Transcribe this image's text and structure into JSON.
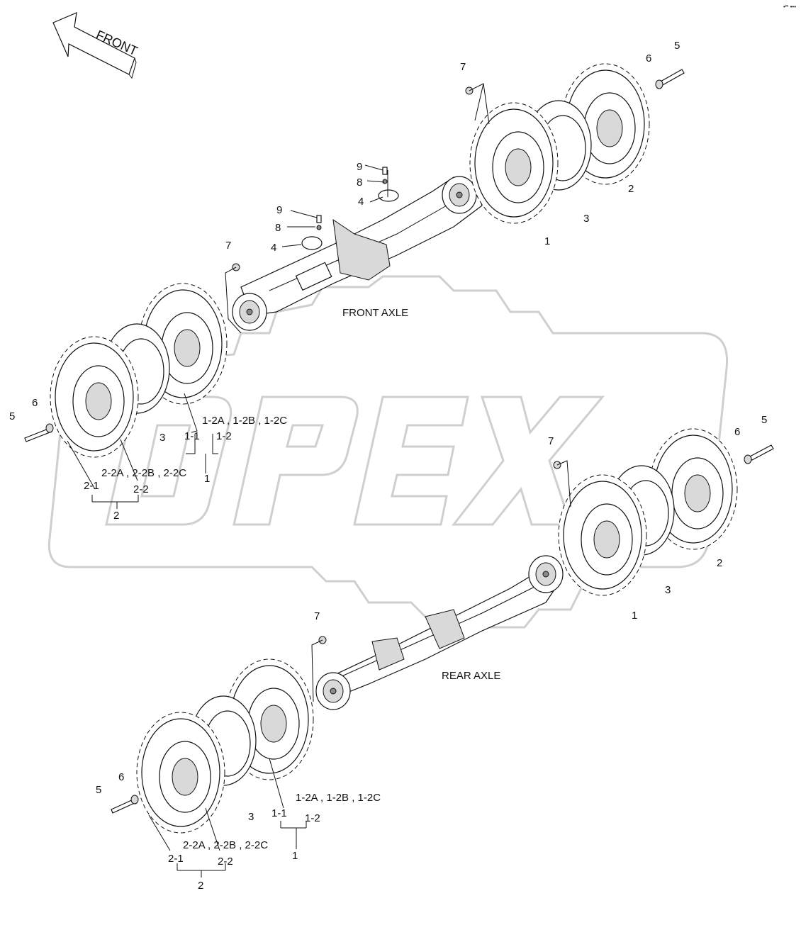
{
  "corner_mark": "•ᵐ ••• ",
  "front_arrow": "FRONT",
  "watermark": "OPEX",
  "captions": {
    "front_axle": "FRONT AXLE",
    "rear_axle": "REAR AXLE"
  },
  "callouts": {
    "n1": "1",
    "n2": "2",
    "n3": "3",
    "n4": "4",
    "n5": "5",
    "n6": "6",
    "n7": "7",
    "n8": "8",
    "n9": "9",
    "sub_1_1": "1-1",
    "sub_1_2": "1-2",
    "sub_2_1": "2-1",
    "sub_2_2": "2-2",
    "variants_1": "1-2A , 1-2B , 1-2C",
    "variants_2": "2-2A , 2-2B , 2-2C"
  }
}
